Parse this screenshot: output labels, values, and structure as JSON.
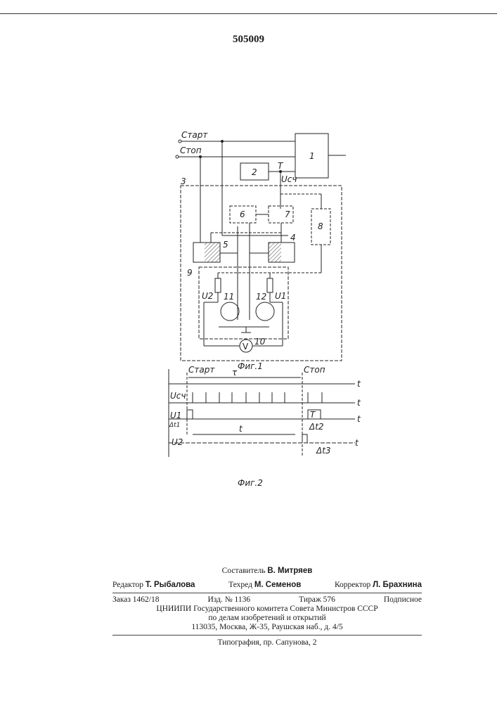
{
  "patent_number": "505009",
  "figure1": {
    "caption": "Фиг.1",
    "inputs": {
      "start": "Старт",
      "stop": "Стоп"
    },
    "blocks": {
      "b1": "1",
      "b2": "2",
      "b3": "3",
      "b4": "4",
      "b5": "5",
      "b6": "6",
      "b7": "7",
      "b8": "8",
      "b9": "9",
      "b10": "10",
      "b11": "11",
      "b12": "12"
    },
    "labels": {
      "T": "T",
      "u_sch": "Uсч",
      "u1": "U1",
      "u2": "U2",
      "voltmeter": "V"
    }
  },
  "figure2": {
    "caption": "Фиг.2",
    "start": "Старт",
    "stop": "Стоп",
    "tau": "τ",
    "t_axis": "t",
    "t_interval": "t",
    "rows": {
      "u_sch": "Uсч",
      "u1": "U1",
      "u2": "U2"
    },
    "T": "T",
    "dt1": "Δt1",
    "dt2": "Δt2",
    "dt3": "Δt3"
  },
  "footer": {
    "compiler": {
      "label": "Составитель",
      "name": "В. Митряев"
    },
    "editor": {
      "label": "Редактор",
      "name": "Т. Рыбалова"
    },
    "techred": {
      "label": "Техред",
      "name": "М. Семенов"
    },
    "corrector": {
      "label": "Корректор",
      "name": "Л. Брахнина"
    },
    "order": "Заказ 1462/18",
    "edition": "Изд. № 1136",
    "circulation": "Тираж 576",
    "subscription": "Подписное",
    "org1": "ЦНИИПИ Государственного комитета Совета Министров СССР",
    "org2": "по делам изобретений и открытий",
    "address": "113035, Москва, Ж-35, Раушская наб., д. 4/5",
    "printer": "Типография, пр. Сапунова, 2"
  }
}
